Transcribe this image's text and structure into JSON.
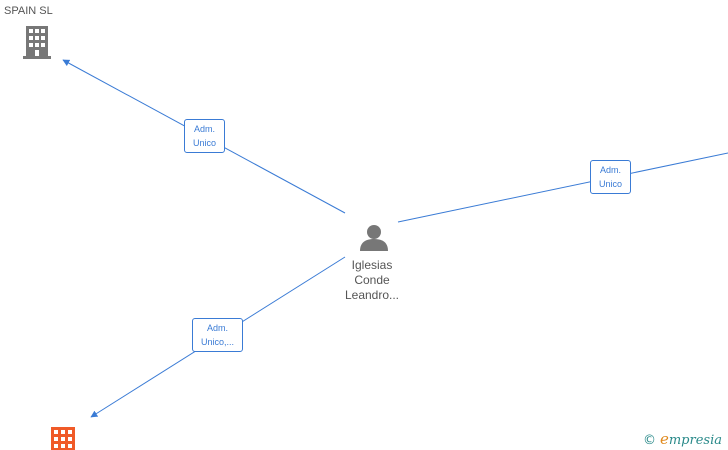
{
  "nodes": {
    "company_top": {
      "label": "SPAIN  SL",
      "icon": "building-icon",
      "color": "#777777"
    },
    "person": {
      "label_lines": [
        "Iglesias",
        "Conde",
        "Leandro..."
      ],
      "icon": "person-icon",
      "color": "#777777"
    },
    "company_bottom": {
      "label": "",
      "icon": "building-icon",
      "color": "#f05a28"
    }
  },
  "edges": {
    "to_top": {
      "line1": "Adm.",
      "line2": "Unico"
    },
    "to_right": {
      "line1": "Adm.",
      "line2": "Unico"
    },
    "to_bottom": {
      "line1": "Adm.",
      "line2": "Unico,..."
    }
  },
  "colors": {
    "edge": "#3a7bd5"
  },
  "watermark": {
    "symbol": "©",
    "brand_initial": "e",
    "brand_rest": "mpresia"
  }
}
